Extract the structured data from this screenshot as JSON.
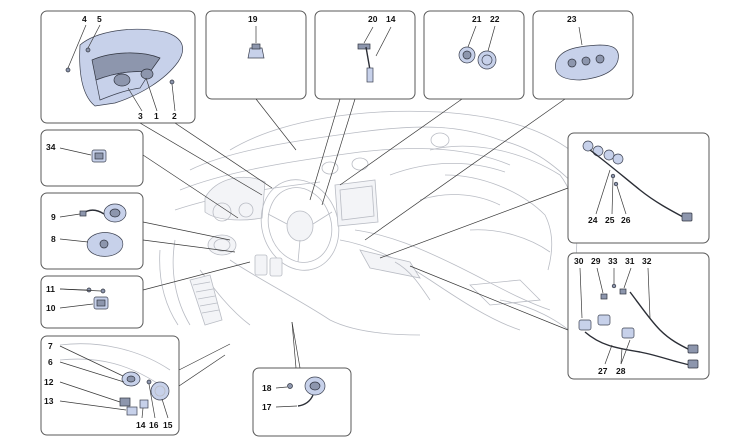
{
  "callouts": {
    "c1": "1",
    "c2": "2",
    "c3": "3",
    "c4": "4",
    "c5": "5",
    "c6": "6",
    "c7": "7",
    "c8": "8",
    "c9": "9",
    "c10": "10",
    "c11": "11",
    "c12": "12",
    "c13": "13",
    "c14a": "14",
    "c14b": "14",
    "c15": "15",
    "c16": "16",
    "c17": "17",
    "c18": "18",
    "c19": "19",
    "c20": "20",
    "c21": "21",
    "c22": "22",
    "c23": "23",
    "c24": "24",
    "c25": "25",
    "c26": "26",
    "c27": "27",
    "c28": "28",
    "c29": "29",
    "c30": "30",
    "c31": "31",
    "c32": "32",
    "c33": "33",
    "c34": "34"
  },
  "colors": {
    "part": "#c7d1ea",
    "outline": "#5a5a5a",
    "car": "#b9bcc4"
  }
}
